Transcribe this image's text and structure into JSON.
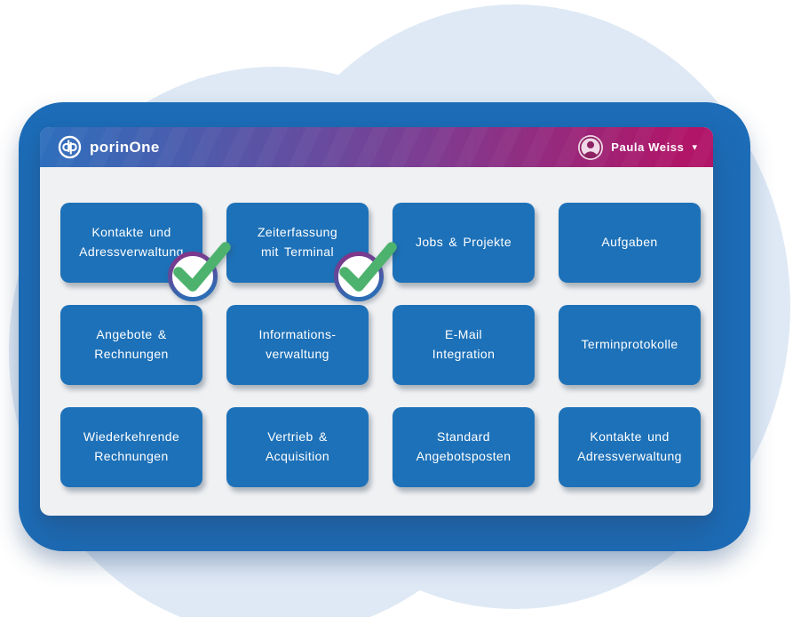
{
  "app": {
    "brand": "porinOne"
  },
  "header": {
    "user": {
      "name": "Paula Weiss"
    }
  },
  "icons": {
    "chevron_down": "▾"
  },
  "tiles": [
    {
      "label": "Kontakte und\nAdressverwaltung",
      "checked": true
    },
    {
      "label": "Zeiterfassung\nmit Terminal",
      "checked": true
    },
    {
      "label": "Jobs & Projekte",
      "checked": false
    },
    {
      "label": "Aufgaben",
      "checked": false
    },
    {
      "label": "Angebote &\nRechnungen",
      "checked": false
    },
    {
      "label": "Informations-\nverwaltung",
      "checked": false
    },
    {
      "label": "E-Mail\nIntegration",
      "checked": false
    },
    {
      "label": "Terminprotokolle",
      "checked": false
    },
    {
      "label": "Wiederkehrende\nRechnungen",
      "checked": false
    },
    {
      "label": "Vertrieb &\nAcquisition",
      "checked": false
    },
    {
      "label": "Standard\nAngebotsposten",
      "checked": false
    },
    {
      "label": "Kontakte und\nAdressverwaltung",
      "checked": false
    }
  ],
  "colors": {
    "tile-blue": "#1d71b8",
    "accent-blue": "#1c6cb7",
    "blob-blue": "#dfe9f5",
    "card-bg": "#f0f1f3",
    "header-blue": "#2e6fbd",
    "header-purple": "#7a3f94",
    "header-magenta": "#b11567",
    "check-green": "#4db26d",
    "ring-purple": "#8b2f85",
    "ring-blue": "#2c6cb4",
    "avatar-pink": "#f0d9e8",
    "avatar-dark": "#8d2363"
  }
}
